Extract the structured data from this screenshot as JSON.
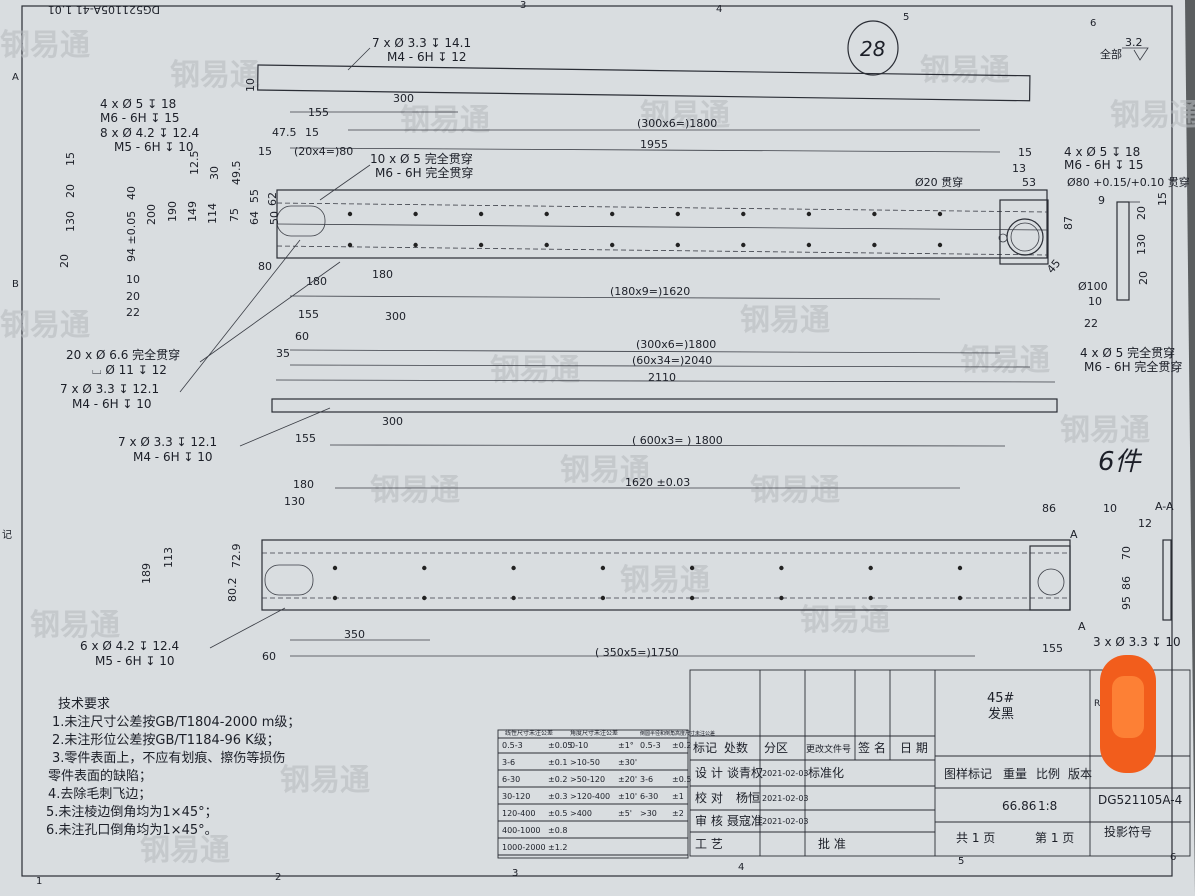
{
  "drawing_no_top": "DG521105A-41 1.01",
  "circled_no": "28",
  "roughness": {
    "value": "3.2",
    "scope": "全部"
  },
  "grid": {
    "top": [
      "3",
      "4",
      "5",
      "6"
    ],
    "bottom": [
      "1",
      "2",
      "3",
      "4",
      "5",
      "6"
    ],
    "left": [
      "A",
      "B",
      "记"
    ]
  },
  "top_view": {
    "hole_a": "7 x Ø 3.3 ↧ 14.1",
    "thread_a": "M4 - 6H ↧ 12",
    "dim_10": "10",
    "dim_155": "155",
    "dim_300": "300",
    "dim_1800": "(300x6=)1800",
    "dim_1955": "1955"
  },
  "plan_view": {
    "hole_b": "4 x Ø 5 ↧ 18",
    "thread_b": "M6 - 6H ↧ 15",
    "hole_c": "8 x Ø 4.2 ↧ 12.4",
    "thread_c": "M5 - 6H ↧ 10",
    "d47": "47.5",
    "d15a": "15",
    "d15b": "15",
    "d20x4": "(20x4=)80",
    "hole_d": "10 x Ø 5 完全贯穿",
    "thread_d": "M6 - 6H 完全贯穿",
    "right_hole": "4 x Ø 5 ↧ 18",
    "right_thread": "M6 - 6H ↧ 15",
    "d15c": "15",
    "d13": "13",
    "d53": "53",
    "thru20": "Ø20 贯穿",
    "bore80": "Ø80 +0.15/+0.10 贯穿",
    "d87": "87",
    "d45": "45",
    "d100": "Ø100",
    "v15": "15",
    "v20": "20",
    "v130": "130",
    "v20b": "20",
    "v40": "40",
    "v94": "94 ±0.05",
    "v200": "200",
    "v190": "190",
    "v149": "149",
    "v114": "114",
    "v75": "75",
    "v64": "64",
    "v50": "50",
    "v12_5": "12.5",
    "v30": "30",
    "v49_5": "49.5",
    "v55": "55",
    "v62": "62",
    "d80": "80",
    "d180": "180",
    "d180b": "180",
    "d1620": "(180x9=)1620",
    "d155": "155",
    "d300": "300",
    "d60": "60",
    "d35": "35",
    "d1800": "(300x6=)1800",
    "d2040": "(60x34=)2040",
    "d2110": "2110",
    "h10": "10",
    "h20": "20",
    "h22": "22",
    "hole_e": "20 x Ø 6.6 完全贯穿",
    "cbore_e": "⌴ Ø 11 ↧ 12",
    "hole_f": "7 x Ø 3.3 ↧ 12.1",
    "thread_f": "M4 - 6H ↧ 10",
    "rv9": "9",
    "rv20": "20",
    "rv15": "15",
    "rv130": "130",
    "rv20b": "20",
    "rv10": "10",
    "rv22": "22",
    "right_hole2": "4 x Ø 5 完全贯穿",
    "right_thread2": "M6 - 6H 完全贯穿"
  },
  "mid_view": {
    "hole": "7 x Ø 3.3 ↧ 12.1",
    "thread": "M4 - 6H ↧ 10",
    "d300": "300",
    "d155": "155",
    "d1800": "( 600x3= ) 1800",
    "note": "6件"
  },
  "bottom_view": {
    "d180": "180",
    "d130": "130",
    "d1620": "1620 ±0.03",
    "d189": "189",
    "d113": "113",
    "d80": "80.2",
    "d72": "72.9",
    "d350": "350",
    "d60": "60",
    "d1750": "( 350x5=)1750",
    "hole": "6 x Ø 4.2 ↧ 12.4",
    "thread": "M5 - 6H ↧ 10",
    "r86": "86",
    "r10": "10",
    "r70": "70",
    "r86b": "86",
    "r95": "95",
    "r155": "155",
    "sec": "A",
    "sec_label": "A-A",
    "d12": "12",
    "hole_r": "3 x Ø 3.3 ↧ 10"
  },
  "tech": {
    "title": "技术要求",
    "items": [
      "1.未注尺寸公差按GB/T1804-2000 m级；",
      "2.未注形位公差按GB/T1184-96 K级；",
      "3.零件表面上，不应有划痕、擦伤等损伤",
      "零件表面的缺陷；",
      "4.去除毛刺飞边；",
      "5.未注棱边倒角均为1×45°；",
      "6.未注孔口倒角均为1×45°。"
    ]
  },
  "tol_table": {
    "headers": [
      "线性尺寸未注公差",
      "角度尺寸未注公差",
      "倒圆半径和倒角高度尺寸未注公差"
    ],
    "rows": [
      [
        "0.5-3",
        "±0.05",
        "0-10",
        "±1°",
        "0.5-3",
        "±0.2"
      ],
      [
        "3-6",
        "±0.1",
        ">10-50",
        "±30'",
        "",
        ""
      ],
      [
        "6-30",
        "±0.2",
        ">50-120",
        "±20'",
        "3-6",
        "±0.5"
      ],
      [
        "30-120",
        "±0.3",
        ">120-400",
        "±10'",
        "6-30",
        "±1"
      ],
      [
        "120-400",
        "±0.5",
        ">400",
        "±5'",
        ">30",
        "±2"
      ],
      [
        "400-1000",
        "±0.8",
        "",
        "",
        "",
        ""
      ],
      [
        "1000-2000",
        "±1.2",
        "",
        "",
        "",
        ""
      ]
    ]
  },
  "title_block": {
    "material": "45#",
    "finish": "发黑",
    "company": "Rok",
    "h_mark": "标记",
    "h_count": "处数",
    "h_zone": "分区",
    "h_doc": "更改文件号",
    "h_sign": "签 名",
    "h_date": "日 期",
    "design": "设 计",
    "designer": "谈青权",
    "date1": "2021-02-03",
    "std": "标准化",
    "check": "校 对",
    "checker": "杨恒",
    "date2": "2021-02-03",
    "review": "审 核",
    "reviewer": "聂寇准",
    "date3": "2021-02-03",
    "process": "工 艺",
    "approve": "批 准",
    "stage": "图样标记",
    "weight_h": "重量",
    "scale_h": "比例",
    "ver_h": "版本",
    "weight": "66.86",
    "scale": "1:8",
    "drawing_no": "DG521105A-4",
    "sheets": "共 1 页",
    "sheet": "第 1 页",
    "proj": "投影符号"
  },
  "watermark": "钢易通"
}
